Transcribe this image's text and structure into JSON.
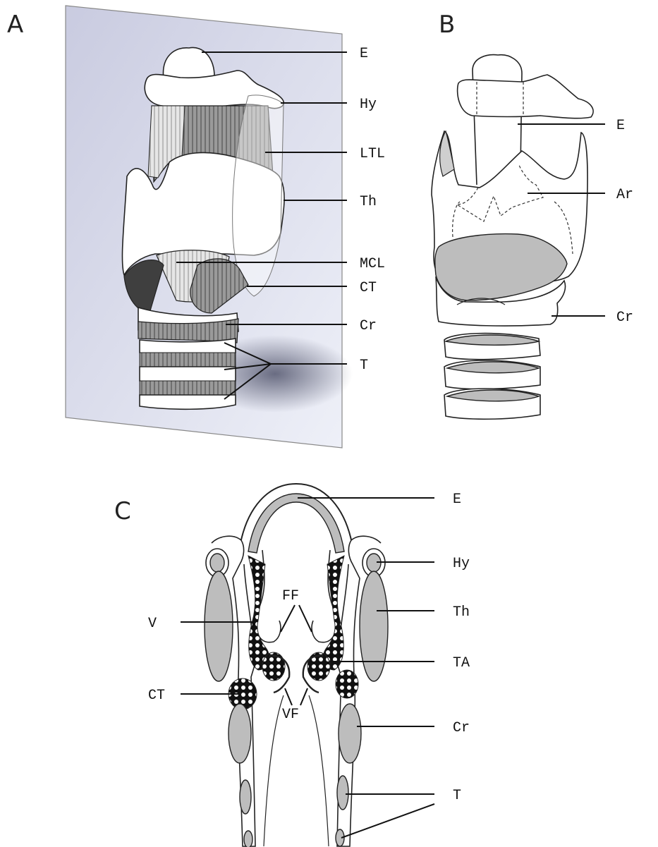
{
  "panels": {
    "A": {
      "title": "A",
      "labels": [
        "E",
        "Hy",
        "LTL",
        "Th",
        "MCL",
        "CT",
        "Cr",
        "T"
      ]
    },
    "B": {
      "title": "B",
      "labels": [
        "E",
        "Ar",
        "Cr"
      ]
    },
    "C": {
      "title": "C",
      "labels": [
        "E",
        "Hy",
        "Th",
        "TA",
        "Cr",
        "T",
        "V",
        "CT",
        "FF",
        "VF"
      ]
    }
  }
}
